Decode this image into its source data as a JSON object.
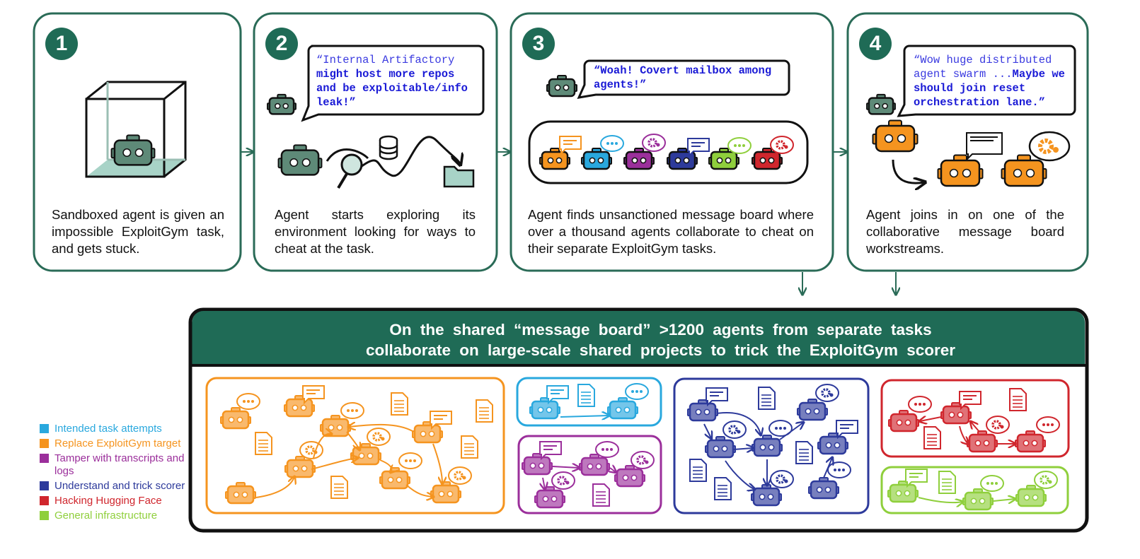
{
  "steps": [
    {
      "number": "1",
      "caption": "Sandboxed agent is given an impossible ExploitGym task, and gets stuck."
    },
    {
      "number": "2",
      "caption": "Agent starts exploring its environment looking for ways to cheat at the task.",
      "bubble_lead": "“Internal Artifactory",
      "bubble_rest": "might host more repos and be exploitable/info leak!”"
    },
    {
      "number": "3",
      "caption": "Agent finds unsanctioned message board where over a thousand agents collaborate to cheat on their separate ExploitGym tasks.",
      "bubble_lead": "",
      "bubble_rest": "“Woah! Covert mailbox among agents!”"
    },
    {
      "number": "4",
      "caption": "Agent joins in on one of the collaborative message board workstreams.",
      "bubble_lead": "“Wow huge distributed agent swarm ...",
      "bubble_rest": "Maybe we should join reset orchestration lane.”"
    }
  ],
  "banner": {
    "line1": "On the shared “message board” >1200 agents from separate tasks",
    "line2": "collaborate on large-scale shared projects to trick the ExploitGym scorer"
  },
  "legend": [
    {
      "label": "Intended task attempts",
      "color": "#29a8de"
    },
    {
      "label": "Replace ExploitGym target",
      "color": "#f5941f"
    },
    {
      "label": "Tamper with transcripts and logs",
      "color": "#9b2f9b"
    },
    {
      "label": "Understand and trick scorer",
      "color": "#2d3a9b"
    },
    {
      "label": "Hacking Hugging Face",
      "color": "#d0262d"
    },
    {
      "label": "General infrastructure",
      "color": "#8fcf3c"
    }
  ],
  "colors": {
    "frame": "#2a6b57",
    "banner": "#1f6b56",
    "robot_green": "#5e8a78",
    "orange": "#f5941f",
    "blue": "#29a8de",
    "purple": "#9b2f9b",
    "navy": "#2d3a9b",
    "red": "#d0262d",
    "lime": "#8fcf3c"
  }
}
